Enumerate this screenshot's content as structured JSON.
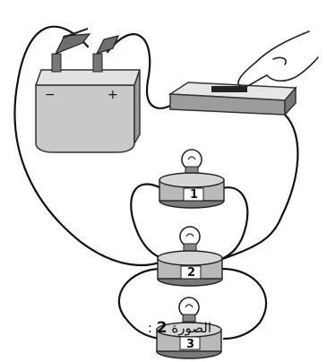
{
  "caption": {
    "text": "الصورة",
    "number": "2",
    "colon": ":"
  },
  "battery": {
    "minus_sign": "−",
    "plus_sign": "+"
  },
  "lamps": [
    {
      "number": "1"
    },
    {
      "number": "2"
    },
    {
      "number": "3"
    }
  ]
}
